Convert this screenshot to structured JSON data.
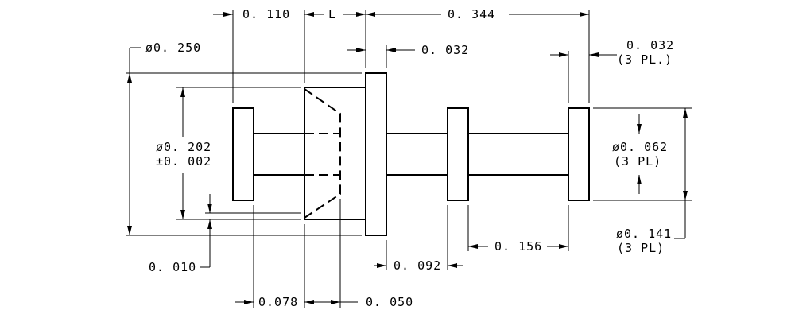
{
  "dimensions": {
    "len_0_110": "0. 110",
    "len_L": "L",
    "len_0_344": "0. 344",
    "dia_0_250": "ø0. 250",
    "len_0_032": "0. 032",
    "len_0_032_3pl": "0. 032",
    "note_3pl_a": "(3 PL.)",
    "dia_0_202": "ø0. 202",
    "tol_0_002": "±0. 002",
    "dia_0_062": "ø0. 062",
    "note_3pl_b": "(3 PL)",
    "dia_0_141": "ø0. 141",
    "note_3pl_c": "(3 PL)",
    "len_0_156": "0. 156",
    "len_0_010": "0. 010",
    "len_0_092": "0. 092",
    "len_0_078": "0.078",
    "len_0_050": "0. 050"
  }
}
